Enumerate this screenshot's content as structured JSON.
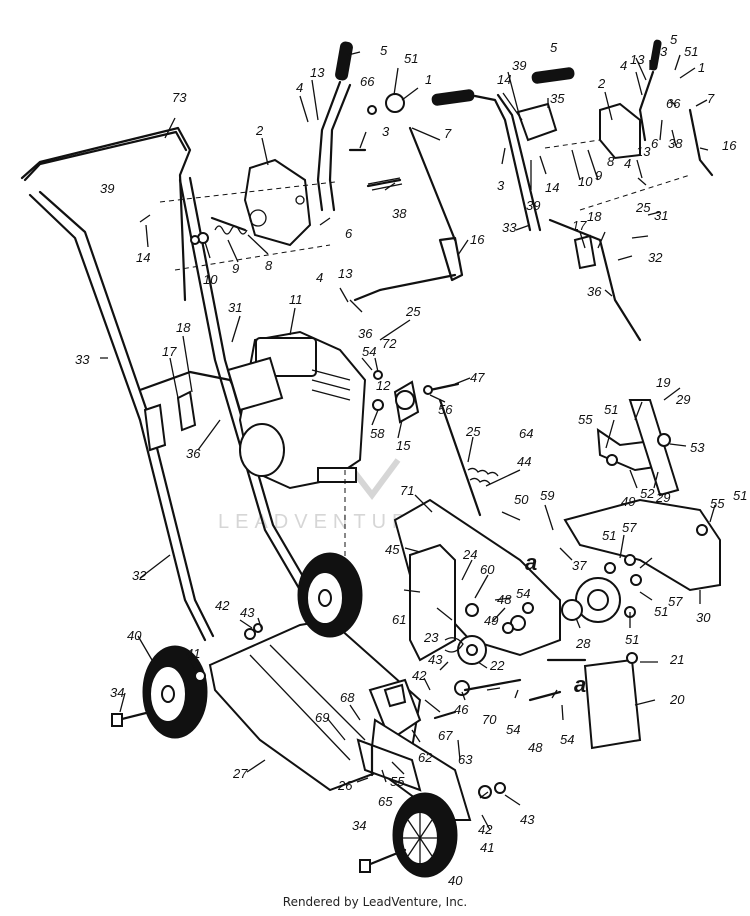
{
  "footer": "Rendered by LeadVenture, Inc.",
  "watermark": "LEADVENTURE",
  "colors": {
    "ink": "#111111",
    "watermark": "#d6d6d6",
    "background": "#ffffff"
  },
  "callouts": [
    {
      "text": "73"
    },
    {
      "text": "5"
    },
    {
      "text": "51"
    },
    {
      "text": "66"
    },
    {
      "text": "1"
    },
    {
      "text": "13"
    },
    {
      "text": "4"
    },
    {
      "text": "3"
    },
    {
      "text": "2"
    },
    {
      "text": "7"
    },
    {
      "text": "39"
    },
    {
      "text": "14"
    },
    {
      "text": "6"
    },
    {
      "text": "38"
    },
    {
      "text": "10"
    },
    {
      "text": "9"
    },
    {
      "text": "8"
    },
    {
      "text": "16"
    },
    {
      "text": "31"
    },
    {
      "text": "11"
    },
    {
      "text": "4"
    },
    {
      "text": "13"
    },
    {
      "text": "25"
    },
    {
      "text": "36"
    },
    {
      "text": "54"
    },
    {
      "text": "72"
    },
    {
      "text": "12"
    },
    {
      "text": "47"
    },
    {
      "text": "56"
    },
    {
      "text": "58"
    },
    {
      "text": "15"
    },
    {
      "text": "18"
    },
    {
      "text": "17"
    },
    {
      "text": "33"
    },
    {
      "text": "36"
    },
    {
      "text": "25"
    },
    {
      "text": "64"
    },
    {
      "text": "44"
    },
    {
      "text": "71"
    },
    {
      "text": "50"
    },
    {
      "text": "59"
    },
    {
      "text": "45"
    },
    {
      "text": "24"
    },
    {
      "text": "60"
    },
    {
      "text": "54"
    },
    {
      "text": "48"
    },
    {
      "text": "61"
    },
    {
      "text": "32"
    },
    {
      "text": "42"
    },
    {
      "text": "43"
    },
    {
      "text": "40"
    },
    {
      "text": "41"
    },
    {
      "text": "34"
    },
    {
      "text": "23"
    },
    {
      "text": "49"
    },
    {
      "text": "43"
    },
    {
      "text": "42"
    },
    {
      "text": "22"
    },
    {
      "text": "46"
    },
    {
      "text": "70"
    },
    {
      "text": "54"
    },
    {
      "text": "48"
    },
    {
      "text": "54"
    },
    {
      "text": "68"
    },
    {
      "text": "69"
    },
    {
      "text": "67"
    },
    {
      "text": "62"
    },
    {
      "text": "27"
    },
    {
      "text": "26"
    },
    {
      "text": "65"
    },
    {
      "text": "55"
    },
    {
      "text": "63"
    },
    {
      "text": "42"
    },
    {
      "text": "43"
    },
    {
      "text": "41"
    },
    {
      "text": "34"
    },
    {
      "text": "40"
    },
    {
      "text": "19"
    },
    {
      "text": "29"
    },
    {
      "text": "55"
    },
    {
      "text": "51"
    },
    {
      "text": "53"
    },
    {
      "text": "49"
    },
    {
      "text": "52"
    },
    {
      "text": "29"
    },
    {
      "text": "55"
    },
    {
      "text": "51"
    },
    {
      "text": "57"
    },
    {
      "text": "51"
    },
    {
      "text": "37"
    },
    {
      "text": "57"
    },
    {
      "text": "51"
    },
    {
      "text": "30"
    },
    {
      "text": "51"
    },
    {
      "text": "28"
    },
    {
      "text": "21"
    },
    {
      "text": "20"
    },
    {
      "text": "5"
    },
    {
      "text": "39"
    },
    {
      "text": "14"
    },
    {
      "text": "35"
    },
    {
      "text": "3"
    },
    {
      "text": "39"
    },
    {
      "text": "14"
    },
    {
      "text": "33"
    },
    {
      "text": "10"
    },
    {
      "text": "9"
    },
    {
      "text": "8"
    },
    {
      "text": "2"
    },
    {
      "text": "4"
    },
    {
      "text": "13"
    },
    {
      "text": "3"
    },
    {
      "text": "5"
    },
    {
      "text": "51"
    },
    {
      "text": "1"
    },
    {
      "text": "66"
    },
    {
      "text": "7"
    },
    {
      "text": "6"
    },
    {
      "text": "38"
    },
    {
      "text": "16"
    },
    {
      "text": "4"
    },
    {
      "text": "13"
    },
    {
      "text": "25"
    },
    {
      "text": "31"
    },
    {
      "text": "17"
    },
    {
      "text": "18"
    },
    {
      "text": "32"
    },
    {
      "text": "36"
    }
  ],
  "reference_marks": [
    {
      "text": "a"
    },
    {
      "text": "a"
    }
  ]
}
